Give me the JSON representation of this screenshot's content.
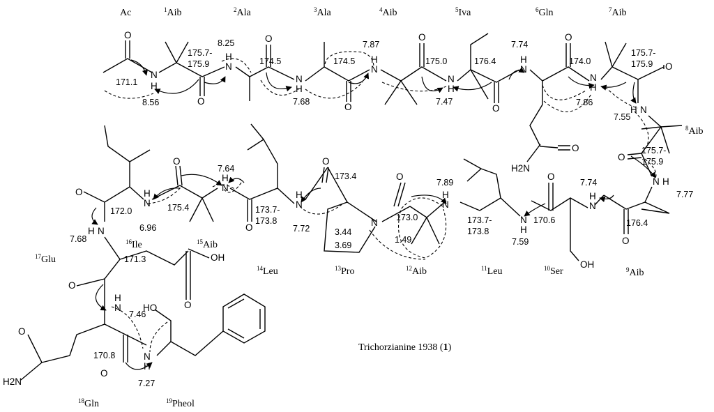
{
  "caption": {
    "name": "Trichorzianine 1938 (",
    "number": "1",
    "close": ")"
  },
  "residues": [
    {
      "sup": "",
      "name": "Ac"
    },
    {
      "sup": "1",
      "name": "Aib"
    },
    {
      "sup": "2",
      "name": "Ala"
    },
    {
      "sup": "3",
      "name": "Ala"
    },
    {
      "sup": "4",
      "name": "Aib"
    },
    {
      "sup": "5",
      "name": "Iva"
    },
    {
      "sup": "6",
      "name": "Gln"
    },
    {
      "sup": "7",
      "name": "Aib"
    },
    {
      "sup": "8",
      "name": "Aib"
    },
    {
      "sup": "9",
      "name": "Aib"
    },
    {
      "sup": "10",
      "name": "Ser"
    },
    {
      "sup": "11",
      "name": "Leu"
    },
    {
      "sup": "12",
      "name": "Aib"
    },
    {
      "sup": "13",
      "name": "Pro"
    },
    {
      "sup": "14",
      "name": "Leu"
    },
    {
      "sup": "15",
      "name": "Aib"
    },
    {
      "sup": "16",
      "name": "Ile"
    },
    {
      "sup": "17",
      "name": "Glu"
    },
    {
      "sup": "18",
      "name": "Gln"
    },
    {
      "sup": "19",
      "name": "Pheol"
    }
  ],
  "carbonyl_shifts": [
    "171.1",
    "175.7-",
    "175.9",
    "174.5",
    "174.5",
    "175.0",
    "176.4",
    "174.0",
    "175.7-",
    "175.9",
    "175.7-",
    "175.9",
    "176.4",
    "170.6",
    "173.7-",
    "173.8",
    "173.0",
    "173.4",
    "173.7-",
    "173.8",
    "175.4",
    "172.0",
    "171.3",
    "170.8"
  ],
  "proton_shifts": [
    "8.25",
    "8.56",
    "7.68",
    "7.87",
    "7.47",
    "7.74",
    "7.86",
    "7.55",
    "7.77",
    "7.74",
    "7.59",
    "7.89",
    "1.49",
    "3.44",
    "3.69",
    "7.72",
    "7.64",
    "6.96",
    "7.68",
    "7.46",
    "7.27"
  ],
  "atoms": [
    "H",
    "N",
    "O",
    "H2N",
    "HO",
    "OH"
  ]
}
